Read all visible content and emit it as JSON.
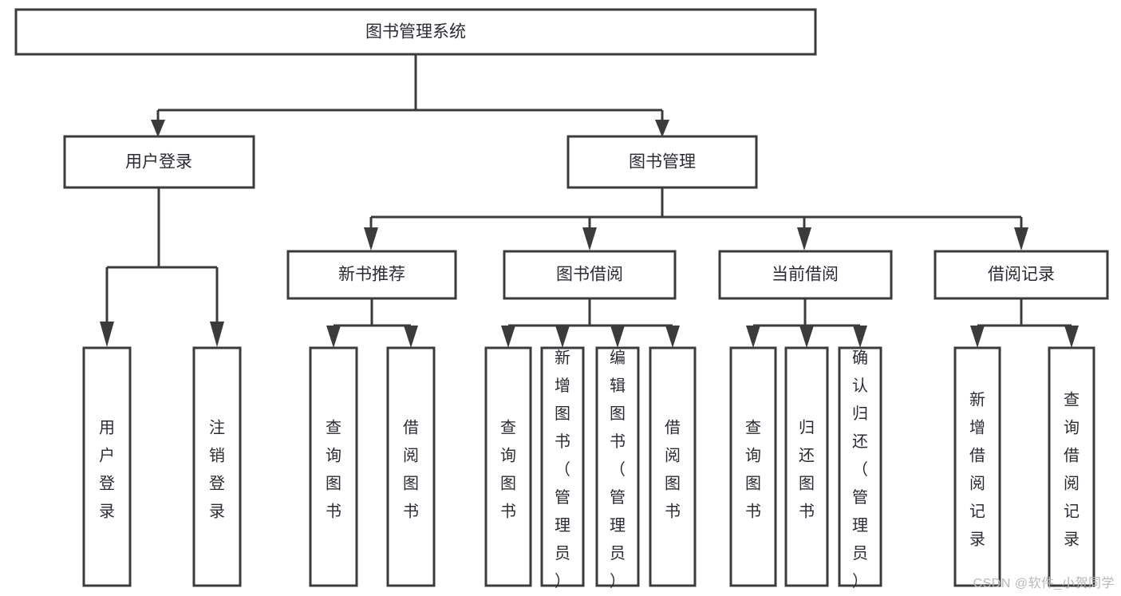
{
  "diagram": {
    "type": "tree-hierarchy-chart",
    "title": "图书管理系统",
    "watermark": "CSDN @软件_小贺同学",
    "colors": {
      "stroke": "#3b3b3b",
      "fill": "#ffffff",
      "text": "#2b2b33",
      "watermark": "#b8b8b8",
      "background": "#ffffff"
    },
    "nodes": {
      "root": {
        "label": "图书管理系统",
        "level": 0,
        "orientation": "horizontal"
      },
      "user_login": {
        "label": "用户登录",
        "level": 1,
        "orientation": "horizontal"
      },
      "book_manage": {
        "label": "图书管理",
        "level": 1,
        "orientation": "horizontal"
      },
      "new_book_rec": {
        "label": "新书推荐",
        "level": 2,
        "orientation": "horizontal"
      },
      "book_borrow": {
        "label": "图书借阅",
        "level": 2,
        "orientation": "horizontal"
      },
      "current_borrow": {
        "label": "当前借阅",
        "level": 2,
        "orientation": "horizontal"
      },
      "borrow_record": {
        "label": "借阅记录",
        "level": 2,
        "orientation": "horizontal"
      },
      "leaf_user_login": {
        "label": "用户登录",
        "level": 3,
        "orientation": "vertical"
      },
      "leaf_logout": {
        "label": "注销登录",
        "level": 3,
        "orientation": "vertical"
      },
      "leaf_query_book_1": {
        "label": "查询图书",
        "level": 3,
        "orientation": "vertical"
      },
      "leaf_borrow_book_1": {
        "label": "借阅图书",
        "level": 3,
        "orientation": "vertical"
      },
      "leaf_query_book_2": {
        "label": "查询图书",
        "level": 3,
        "orientation": "vertical"
      },
      "leaf_add_book": {
        "label": "新增图书（管理员）",
        "level": 3,
        "orientation": "vertical"
      },
      "leaf_edit_book": {
        "label": "编辑图书（管理员）",
        "level": 3,
        "orientation": "vertical"
      },
      "leaf_borrow_book_2": {
        "label": "借阅图书",
        "level": 3,
        "orientation": "vertical"
      },
      "leaf_query_book_3": {
        "label": "查询图书",
        "level": 3,
        "orientation": "vertical"
      },
      "leaf_return_book": {
        "label": "归还图书",
        "level": 3,
        "orientation": "vertical"
      },
      "leaf_confirm_return": {
        "label": "确认归还（管理员）",
        "level": 3,
        "orientation": "vertical"
      },
      "leaf_add_record": {
        "label": "新增借阅记录",
        "level": 3,
        "orientation": "vertical"
      },
      "leaf_query_record": {
        "label": "查询借阅记录",
        "level": 3,
        "orientation": "vertical"
      }
    },
    "edges": [
      {
        "from": "root",
        "to": "user_login"
      },
      {
        "from": "root",
        "to": "book_manage"
      },
      {
        "from": "user_login",
        "to": "leaf_user_login"
      },
      {
        "from": "user_login",
        "to": "leaf_logout"
      },
      {
        "from": "book_manage",
        "to": "new_book_rec"
      },
      {
        "from": "book_manage",
        "to": "book_borrow"
      },
      {
        "from": "book_manage",
        "to": "current_borrow"
      },
      {
        "from": "book_manage",
        "to": "borrow_record"
      },
      {
        "from": "new_book_rec",
        "to": "leaf_query_book_1"
      },
      {
        "from": "new_book_rec",
        "to": "leaf_borrow_book_1"
      },
      {
        "from": "book_borrow",
        "to": "leaf_query_book_2"
      },
      {
        "from": "book_borrow",
        "to": "leaf_add_book"
      },
      {
        "from": "book_borrow",
        "to": "leaf_edit_book"
      },
      {
        "from": "book_borrow",
        "to": "leaf_borrow_book_2"
      },
      {
        "from": "current_borrow",
        "to": "leaf_query_book_3"
      },
      {
        "from": "current_borrow",
        "to": "leaf_return_book"
      },
      {
        "from": "current_borrow",
        "to": "leaf_confirm_return"
      },
      {
        "from": "borrow_record",
        "to": "leaf_add_record"
      },
      {
        "from": "borrow_record",
        "to": "leaf_query_record"
      }
    ]
  }
}
